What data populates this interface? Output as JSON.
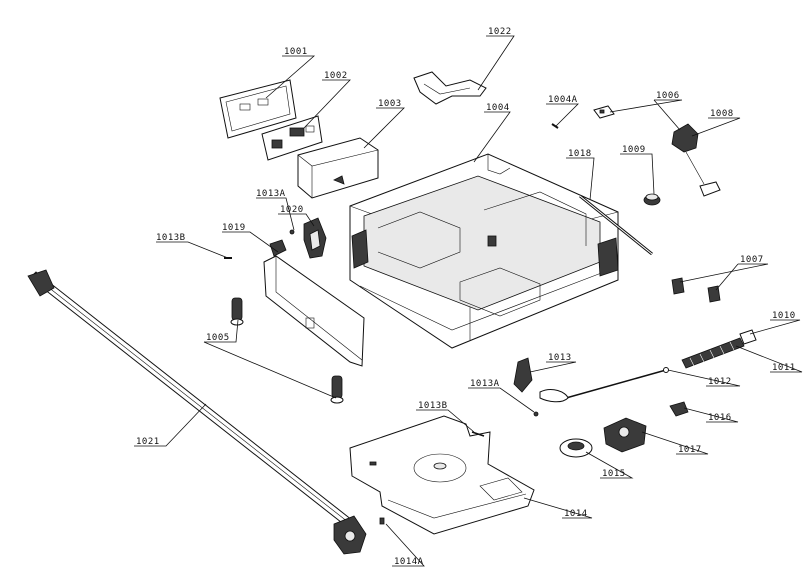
{
  "labels": {
    "l1001": "1001",
    "l1002": "1002",
    "l1003": "1003",
    "l1004": "1004",
    "l1004a": "1004A",
    "l1005": "1005",
    "l1006": "1006",
    "l1007": "1007",
    "l1008": "1008",
    "l1009": "1009",
    "l1010": "1010",
    "l1011": "1011",
    "l1012": "1012",
    "l1013": "1013",
    "l1013a_top": "1013A",
    "l1013a_mid": "1013A",
    "l1013b_top": "1013B",
    "l1013b_mid": "1013B",
    "l1014": "1014",
    "l1014a": "1014A",
    "l1015": "1015",
    "l1016": "1016",
    "l1017": "1017",
    "l1018": "1018",
    "l1019": "1019",
    "l1020": "1020",
    "l1021": "1021",
    "l1022": "1022"
  }
}
